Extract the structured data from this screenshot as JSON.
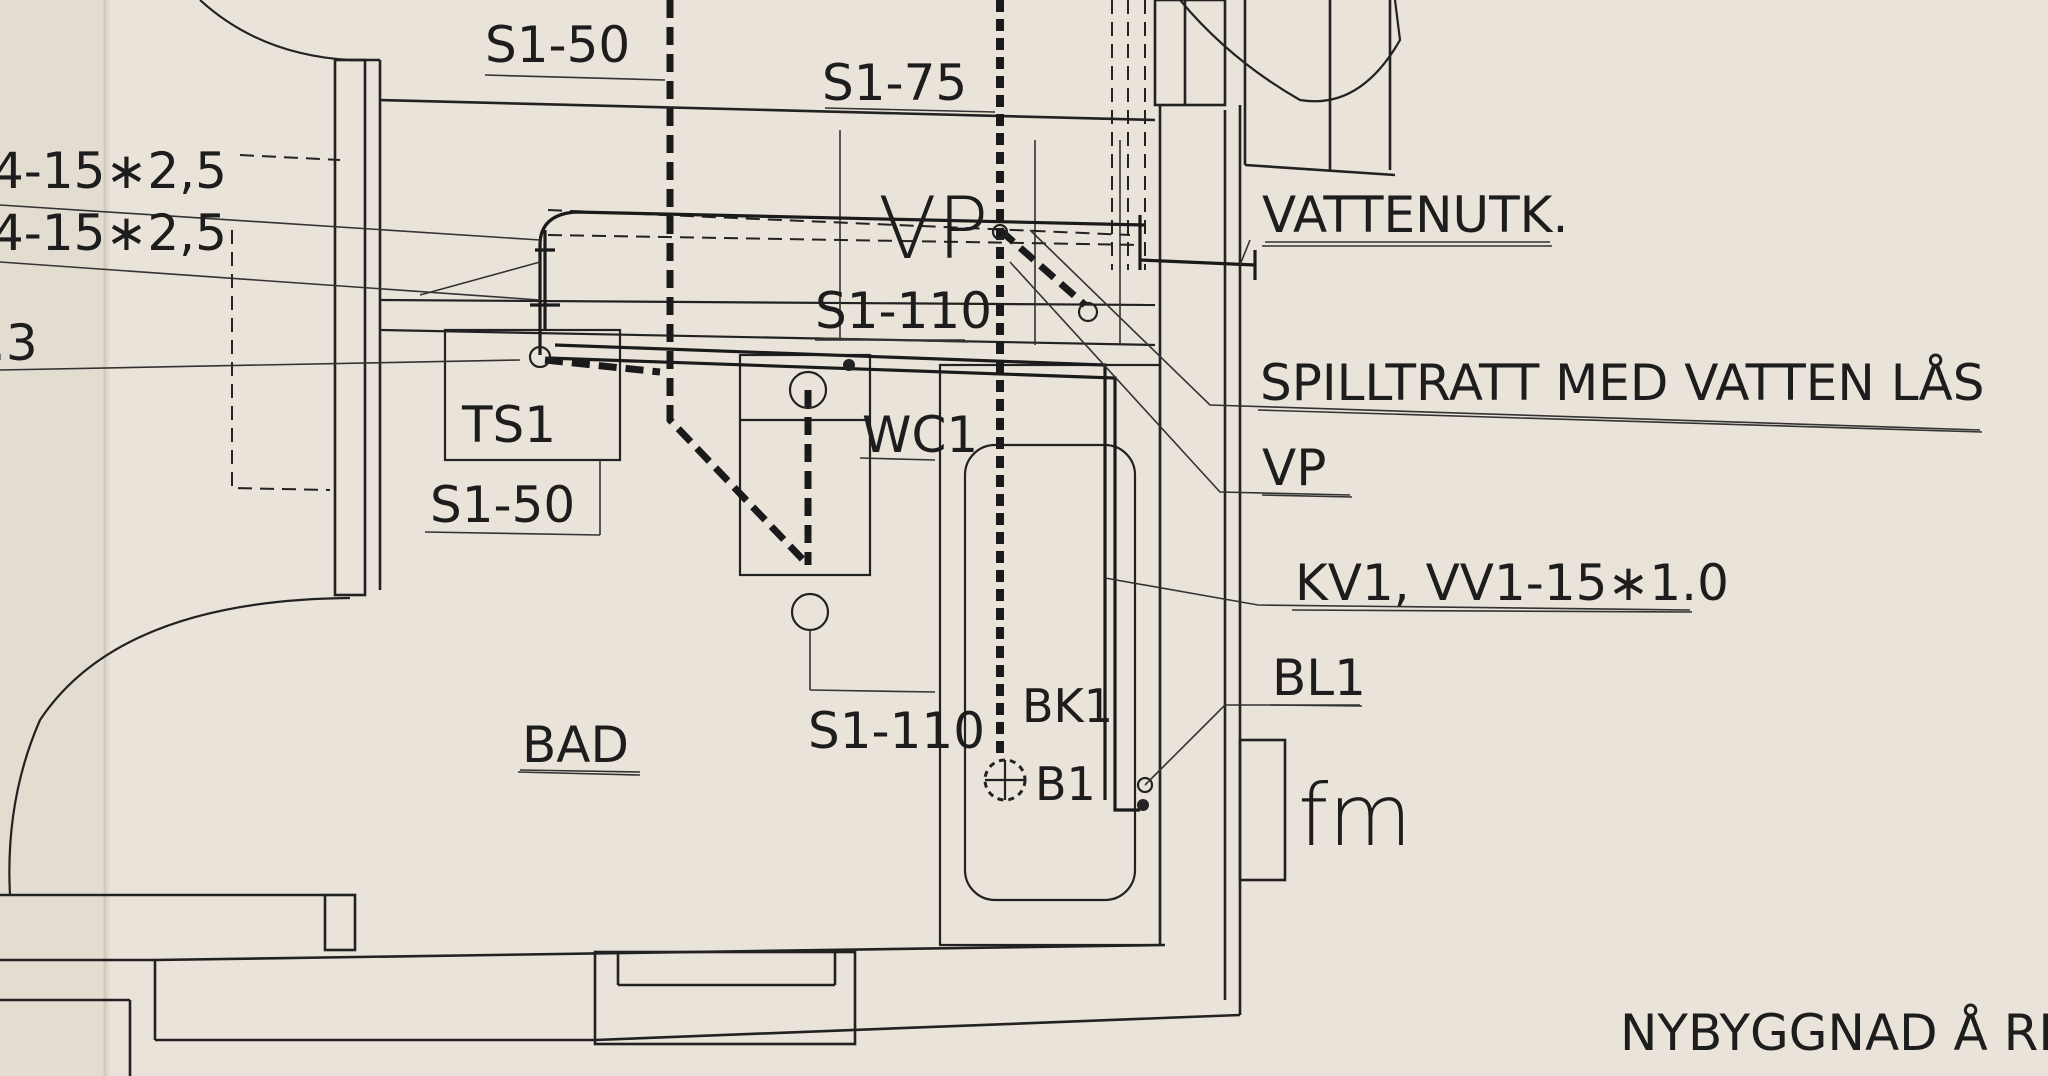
{
  "labels": {
    "s1_50_top": "S1-50",
    "s1_75": "S1-75",
    "pipe_a": "4-15∗2,5",
    "pipe_b": "4-15∗2,5",
    "edge_3": ".3",
    "vp_hand": "VP",
    "vattenutk": "VATTENUTK.",
    "s1_110_top": "S1-110",
    "spilltratt": "SPILLTRATT MED VATTEN LÅS",
    "ts1": "TS1",
    "wc1": "WC1",
    "vp": "VP",
    "s1_50_mid": "S1-50",
    "kv1": "KV1, VV1-15∗1.0",
    "bl1": "BL1",
    "bk1": "BK1",
    "b1": "B1",
    "s1_110_low": "S1-110",
    "bad": "BAD",
    "fm": "fm",
    "title_block": "NYBYGGNAD Å RISBE"
  }
}
